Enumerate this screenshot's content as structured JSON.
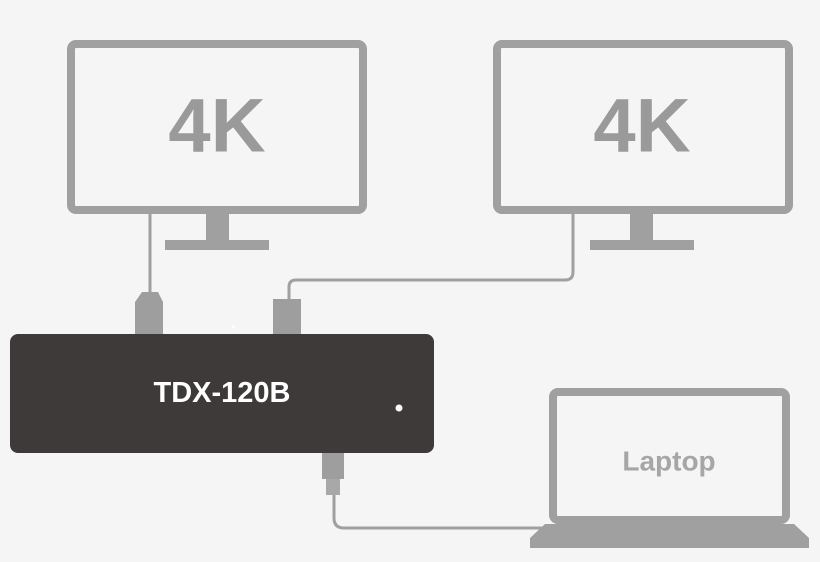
{
  "monitors": [
    {
      "label": "4K"
    },
    {
      "label": "4K"
    }
  ],
  "device": {
    "label": "TDX-120B"
  },
  "laptop": {
    "label": "Laptop"
  },
  "colors": {
    "background": "#f5f5f5",
    "outline": "#a0a0a0",
    "cable": "#9e9e9e",
    "device_body": "#3d3a39",
    "device_text": "#ffffff",
    "label_gray": "#9a9a9a"
  }
}
